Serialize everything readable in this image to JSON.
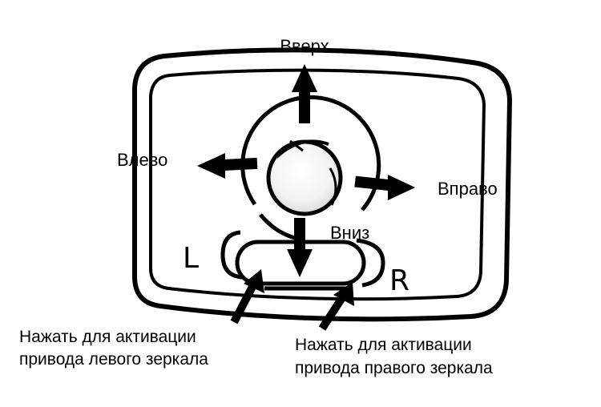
{
  "directions": {
    "up": "Вверх",
    "down": "Вниз",
    "left": "Влево",
    "right": "Вправо"
  },
  "side_labels": {
    "left": "L",
    "right": "R"
  },
  "left_note": {
    "line1": "Нажать для активации",
    "line2": "привода левого зеркала"
  },
  "right_note": {
    "line1": "Нажать для активации",
    "line2": "привода правого зеркала"
  }
}
